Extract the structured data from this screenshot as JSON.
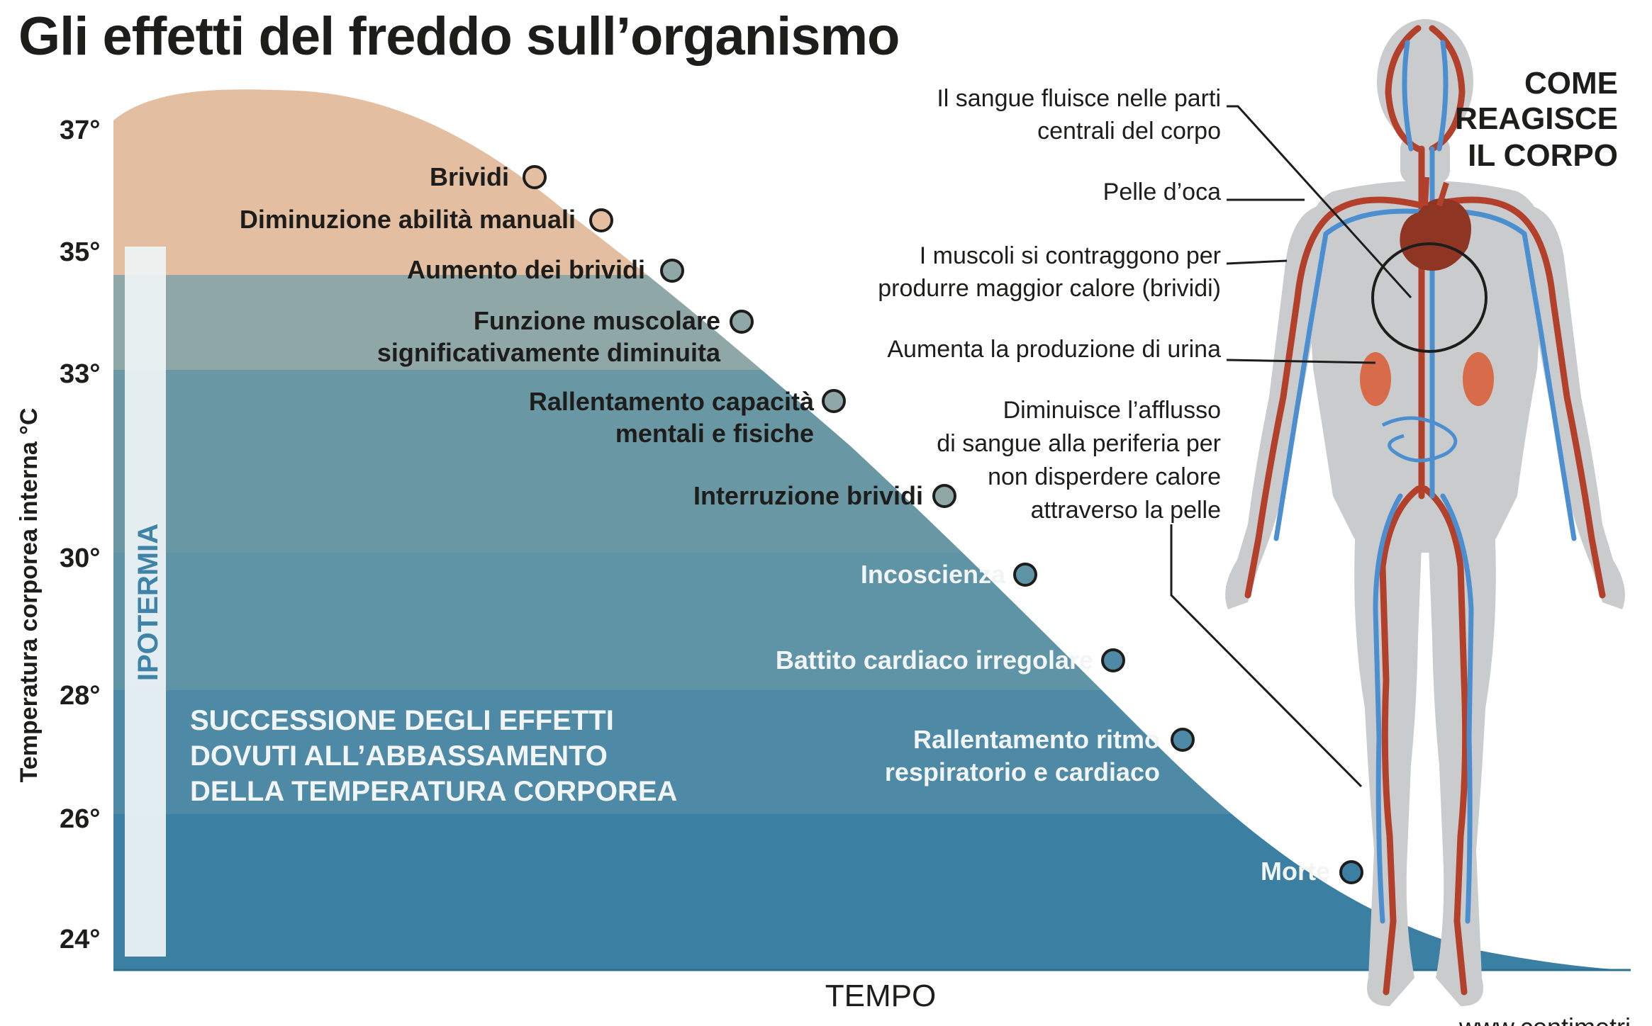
{
  "title": "Gli effetti del freddo sull’organismo",
  "y_axis": {
    "label": "Temperatura corporea interna °C",
    "ticks": [
      "37°",
      "35°",
      "33°",
      "30°",
      "28°",
      "26°",
      "24°"
    ]
  },
  "x_axis": {
    "label": "TEMPO"
  },
  "hypothermia_label": "IPOTERMIA",
  "caption": [
    "SUCCESSIONE DEGLI EFFETTI",
    "DOVUTI ALL’ABBASSAMENTO",
    "DELLA TEMPERATURA CORPOREA"
  ],
  "effects": [
    {
      "lines": [
        "Brividi"
      ]
    },
    {
      "lines": [
        "Diminuzione abilità manuali"
      ]
    },
    {
      "lines": [
        "Aumento dei brividi"
      ]
    },
    {
      "lines": [
        "Funzione muscolare",
        "significativamente diminuita"
      ]
    },
    {
      "lines": [
        "Rallentamento capacità",
        "mentali e fisiche"
      ]
    },
    {
      "lines": [
        "Interruzione brividi"
      ]
    },
    {
      "lines": [
        "Incoscienza"
      ]
    },
    {
      "lines": [
        "Battito cardiaco irregolare"
      ]
    },
    {
      "lines": [
        "Rallentamento ritmo",
        "respiratorio e cardiaco"
      ]
    },
    {
      "lines": [
        "Morte"
      ]
    }
  ],
  "body_panel": {
    "heading": [
      "COME",
      "REAGISCE",
      "IL CORPO"
    ],
    "annotations": [
      {
        "lines": [
          "Il sangue fluisce nelle parti",
          "centrali del corpo"
        ]
      },
      {
        "lines": [
          "Pelle d’oca"
        ]
      },
      {
        "lines": [
          "I muscoli si contraggono per",
          "produrre maggior calore (brividi)"
        ]
      },
      {
        "lines": [
          "Aumenta la produzione di urina"
        ]
      },
      {
        "lines": [
          "Diminuisce l’afflusso",
          "di sangue alla periferia per",
          "non disperdere calore",
          "attraverso la pelle"
        ]
      }
    ]
  },
  "credit": "www.centimetri",
  "colors": {
    "band_top": "#e3bea0",
    "band_2": "#8fa7a6",
    "band_3": "#6a97a4",
    "band_4": "#5f93a6",
    "band_5": "#4e8aa5",
    "band_6": "#3b7fa3",
    "body_silhouette": "#c9cbcc",
    "artery": "#b3402b",
    "vein": "#4b8fd0",
    "text_dark": "#1d1d1b",
    "text_light": "#f2f5f6"
  }
}
